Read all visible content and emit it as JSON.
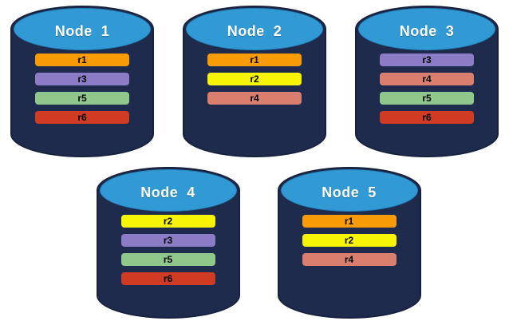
{
  "diagram": {
    "description": "Five database node cylinders showing replica placement",
    "colors": {
      "background": "#FFFFFF",
      "cylinder_body": "#1F2B4D",
      "cylinder_outline": "#16213E",
      "cylinder_top": "#3199D3",
      "node_label_text": "#FFFFFF",
      "bar_label_text": "#000000"
    },
    "replica_colors": {
      "r1": "#F99B06",
      "r2": "#F7F406",
      "r3": "#8C7CC6",
      "r4": "#DA7F6D",
      "r5": "#8FC88A",
      "r6": "#D03B24"
    },
    "nodes": [
      {
        "label": "Node  1",
        "replicas": [
          "r1",
          "r3",
          "r5",
          "r6"
        ]
      },
      {
        "label": "Node  2",
        "replicas": [
          "r1",
          "r2",
          "r4"
        ]
      },
      {
        "label": "Node  3",
        "replicas": [
          "r3",
          "r4",
          "r5",
          "r6"
        ]
      },
      {
        "label": "Node  4",
        "replicas": [
          "r2",
          "r3",
          "r5",
          "r6"
        ]
      },
      {
        "label": "Node  5",
        "replicas": [
          "r1",
          "r2",
          "r4"
        ]
      }
    ],
    "rows": [
      [
        0,
        1,
        2
      ],
      [
        3,
        4
      ]
    ]
  }
}
